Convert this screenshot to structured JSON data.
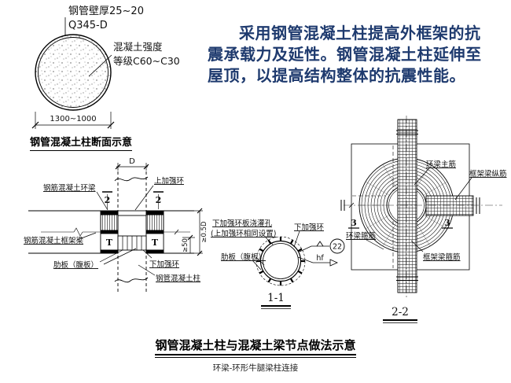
{
  "colors": {
    "note_text": "#1e3a6e",
    "line": "#000000",
    "background": "#ffffff"
  },
  "note": {
    "lines": [
      "采用钢管混凝土柱提高外框架的抗",
      "震承载力及延性。钢管混凝土柱延伸至",
      "屋顶，以提高结构整体的抗震性能。"
    ]
  },
  "circle_diagram": {
    "title": "钢管混凝土柱断面示意",
    "wall_thickness": "钢管壁厚25~20",
    "steel_grade": "Q345-D",
    "strength_line1": "混凝土强度",
    "strength_line2": "等级C60~C30",
    "diameter": "1300~1000"
  },
  "elevation": {
    "labels": {
      "ring_beam": "钢筋混凝土环梁",
      "upper_ring": "上加强环",
      "frame_beam": "钢筋混凝土框架梁",
      "rib_plate": "肋板（腹板）",
      "lower_ring": "下加强环",
      "column": "钢管混凝土柱",
      "t_mark": "T"
    },
    "dims": {
      "d": "D",
      "half_d": "≥0.5D",
      "fifty": "≥50"
    },
    "section_mark": "2"
  },
  "section_1_1": {
    "title": "1-1",
    "labels": {
      "pour_hole_1": "下加强环板浇灌孔",
      "pour_hole_2": "(上加强环相同设置)",
      "lower_ring": "下加强环",
      "rib_plate": "肋板（腹板）",
      "weld_size": "hf",
      "bubble": "22"
    }
  },
  "section_2_2": {
    "title": "2-2",
    "section_mark": "3",
    "labels": {
      "ring_main": "环梁主筋",
      "frame_long": "框架梁纵筋",
      "ring_stirrup": "环梁箍筋",
      "frame_stirrup": "框架梁箍筋"
    }
  },
  "footer": {
    "title": "钢管混凝土柱与混凝土梁节点做法示意",
    "subtitle": "环梁-环形牛腿梁柱连接"
  }
}
